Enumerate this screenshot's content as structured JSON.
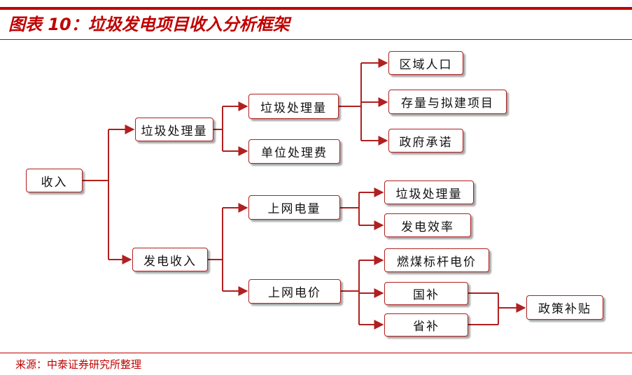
{
  "title": "图表 10：垃圾发电项目收入分析框架",
  "source": "来源：中泰证券研究所整理",
  "colors": {
    "accent": "#c00000",
    "line": "#b02020"
  },
  "nodes": {
    "revenue": "收入",
    "garbage_volume": "垃圾处理量",
    "power_revenue": "发电收入",
    "garbage_volume_2": "垃圾处理量",
    "unit_fee": "单位处理费",
    "grid_power": "上网电量",
    "grid_price": "上网电价",
    "regional_population": "区域人口",
    "existing_projects": "存量与拟建项目",
    "gov_commitment": "政府承诺",
    "garbage_volume_3": "垃圾处理量",
    "power_efficiency": "发电效率",
    "coal_benchmark": "燃煤标杆电价",
    "national_subsidy": "国补",
    "provincial_subsidy": "省补",
    "policy_subsidy": "政策补贴"
  }
}
